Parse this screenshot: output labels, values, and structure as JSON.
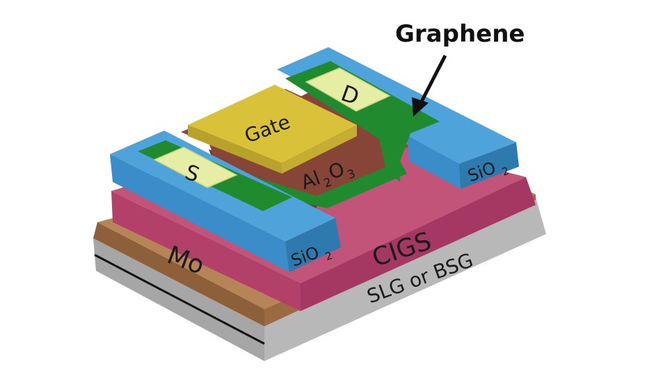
{
  "diagram": {
    "callout": "Graphene",
    "labels": {
      "substrate": "SLG or BSG",
      "back_contact": "Mo",
      "absorber": "CIGS",
      "oxide_left": "SiO",
      "oxide_left_sub": "2",
      "oxide_right": "SiO",
      "oxide_right_sub": "2",
      "dielectric_a": "Al",
      "dielectric_a_sub": "2",
      "dielectric_b": "O",
      "dielectric_b_sub": "3",
      "gate": "Gate",
      "source": "S",
      "drain": "D"
    },
    "colors": {
      "substrate_top": "#cfcfcf",
      "substrate_front": "#a6a6a6",
      "substrate_side": "#b8b8b8",
      "mo_top": "#b68456",
      "mo_front": "#8e603a",
      "cigs_top": "#c2547a",
      "cigs_front": "#b34069",
      "cigs_side": "#a53862",
      "sio2_top": "#4ea3da",
      "sio2_front": "#3a8dc8",
      "sio2_side": "#2e79ad",
      "graphene": "#1f8a2e",
      "graphene_dark": "#166b22",
      "al2o3": "#8a4a3d",
      "al2o3_dark": "#6f3a31",
      "gate_top": "#d9c13a",
      "gate_front": "#b9a22b",
      "contact": "#e6eea6",
      "contact_edge": "#c7d27a"
    }
  }
}
